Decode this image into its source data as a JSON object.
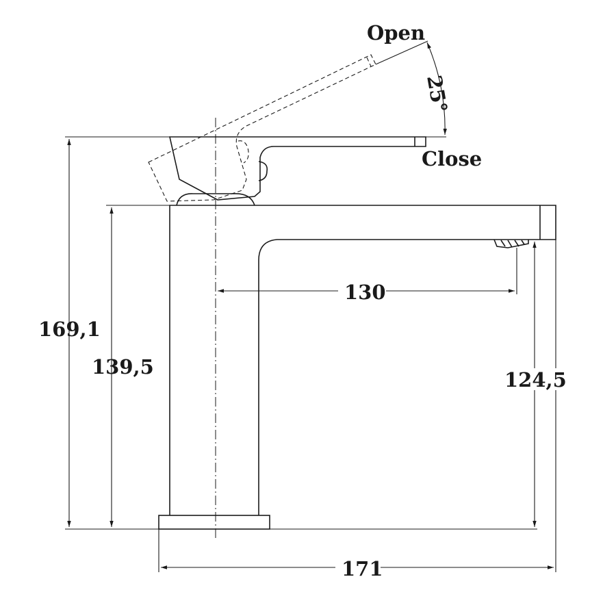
{
  "labels": {
    "open": "Open",
    "close": "Close",
    "angle": "25°"
  },
  "dimensions": {
    "total_height": "169,1",
    "body_height": "139,5",
    "spout_height": "124,5",
    "spout_reach": "130",
    "total_length": "171"
  },
  "colors": {
    "line": "#1a1a1a",
    "background": "#ffffff"
  }
}
